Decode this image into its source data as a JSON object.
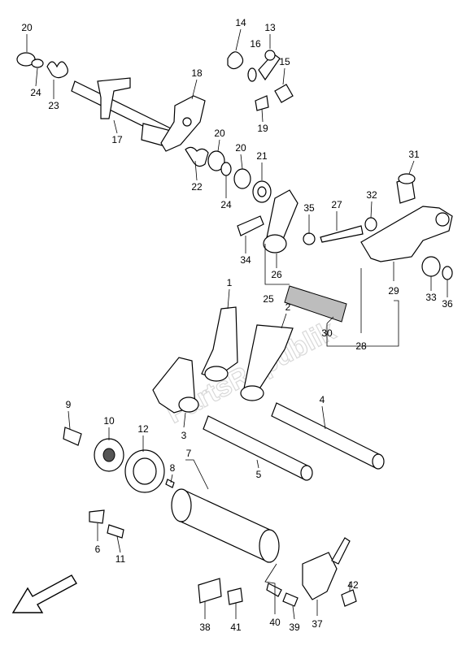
{
  "watermark": "PartsRepublik",
  "callouts": [
    {
      "id": "c20a",
      "text": "20"
    },
    {
      "id": "c24a",
      "text": "24"
    },
    {
      "id": "c23",
      "text": "23"
    },
    {
      "id": "c17",
      "text": "17"
    },
    {
      "id": "c18",
      "text": "18"
    },
    {
      "id": "c14",
      "text": "14"
    },
    {
      "id": "c16",
      "text": "16"
    },
    {
      "id": "c13",
      "text": "13"
    },
    {
      "id": "c15",
      "text": "15"
    },
    {
      "id": "c19",
      "text": "19"
    },
    {
      "id": "c20b",
      "text": "20"
    },
    {
      "id": "c20c",
      "text": "20"
    },
    {
      "id": "c21",
      "text": "21"
    },
    {
      "id": "c22",
      "text": "22"
    },
    {
      "id": "c24b",
      "text": "24"
    },
    {
      "id": "c31",
      "text": "31"
    },
    {
      "id": "c32",
      "text": "32"
    },
    {
      "id": "c27",
      "text": "27"
    },
    {
      "id": "c35",
      "text": "35"
    },
    {
      "id": "c34",
      "text": "34"
    },
    {
      "id": "c26",
      "text": "26"
    },
    {
      "id": "c25",
      "text": "25"
    },
    {
      "id": "c33",
      "text": "33"
    },
    {
      "id": "c36",
      "text": "36"
    },
    {
      "id": "c29",
      "text": "29"
    },
    {
      "id": "c30",
      "text": "30"
    },
    {
      "id": "c28",
      "text": "28"
    },
    {
      "id": "c1",
      "text": "1"
    },
    {
      "id": "c2",
      "text": "2"
    },
    {
      "id": "c3",
      "text": "3"
    },
    {
      "id": "c4",
      "text": "4"
    },
    {
      "id": "c9",
      "text": "9"
    },
    {
      "id": "c10",
      "text": "10"
    },
    {
      "id": "c12",
      "text": "12"
    },
    {
      "id": "c7",
      "text": "7"
    },
    {
      "id": "c8",
      "text": "8"
    },
    {
      "id": "c5",
      "text": "5"
    },
    {
      "id": "c6",
      "text": "6"
    },
    {
      "id": "c11",
      "text": "11"
    },
    {
      "id": "c42",
      "text": "42"
    },
    {
      "id": "c38",
      "text": "38"
    },
    {
      "id": "c41",
      "text": "41"
    },
    {
      "id": "c40",
      "text": "40"
    },
    {
      "id": "c39",
      "text": "39"
    },
    {
      "id": "c37",
      "text": "37"
    }
  ]
}
